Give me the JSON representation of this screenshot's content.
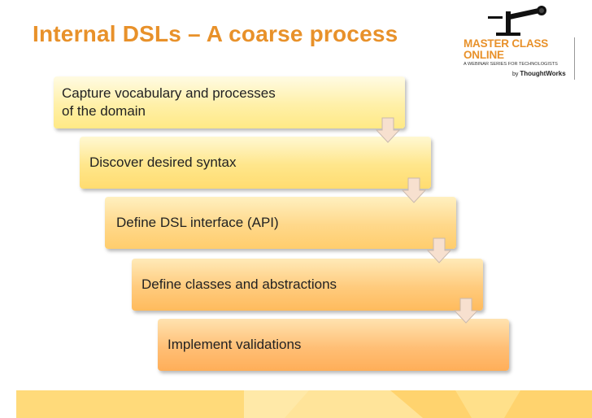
{
  "slide": {
    "title": "Internal DSLs – A coarse process"
  },
  "logo": {
    "line1": "MASTER CLASS",
    "line2": "ONLINE",
    "tagline": "A WEBINAR SERIES FOR TECHNOLOGISTS",
    "by": "by",
    "company": "ThoughtWorks",
    "icon": "microphone-icon"
  },
  "steps": [
    {
      "label": "Capture vocabulary and processes\nof the domain"
    },
    {
      "label": "Discover desired syntax"
    },
    {
      "label": "Define DSL interface (API)"
    },
    {
      "label": "Define classes and abstractions"
    },
    {
      "label": "Implement validations"
    }
  ],
  "colors": {
    "title": "#e8912a",
    "accent_orange": "#e8912a",
    "arrow_fill": "#f7e0cf",
    "footer_band": "#ffe08a"
  }
}
